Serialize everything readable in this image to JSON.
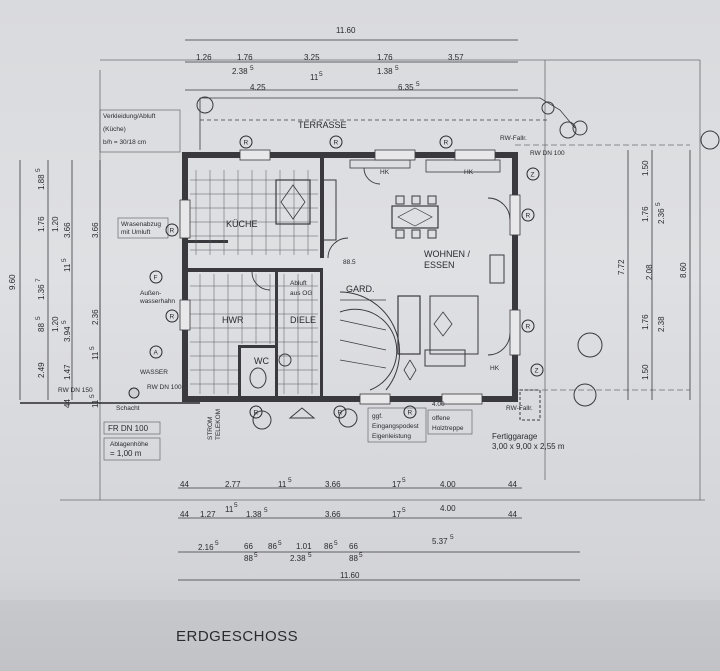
{
  "title": "ERDGESCHOSS",
  "rooms": {
    "terrasse": "TERRASSE",
    "kueche": "KÜCHE",
    "wohnen_line1": "WOHNEN /",
    "wohnen_line2": "ESSEN",
    "hwr": "HWR",
    "diele": "DIELE",
    "wc": "WC",
    "gard": "GARD."
  },
  "annotations": {
    "verkleidung_1": "Verkleidung/Abluft",
    "verkleidung_2": "(Küche)",
    "verkleidung_3": "b/h = 30/18 cm",
    "wrasen_1": "Wrasenabzug",
    "wrasen_2": "mit Umluft",
    "abluft_1": "Abluft",
    "abluft_2": "aus OG",
    "aussen_1": "Außen-",
    "aussen_2": "wasserhahn",
    "wasser": "WASSER",
    "rw_dn150": "RW DN 150",
    "rw_dn100_bottom": "RW DN 100",
    "rw_dn100_top": "RW DN 100",
    "rw_fallrohr_top": "RW-Fallr.",
    "rw_fallrohr_bottom": "RW-Fallr.",
    "fertiggarage_1": "Fertiggarage",
    "fertiggarage_2": "3,00 x 9,00 x 2,55 m",
    "eingang_1": "ggf.",
    "eingang_2": "Eingangspodest",
    "eingang_3": "Eigenleistung",
    "treppe_1": "offene",
    "treppe_2": "Holztreppe",
    "treppe_dim": "4.00",
    "fr_dn": "FR DN 100",
    "ablage_1": "Ablagenhöhe",
    "ablage_2": "= 1,00 m",
    "strom": "STROM",
    "telekom": "TELEKOM",
    "schacht": "Schacht",
    "hk_1": "HK",
    "hk_2": "HK",
    "hk_3": "HK",
    "radiator_val": "88.5"
  },
  "markers": {
    "r": "R",
    "z": "Z",
    "f": "F",
    "a": "A"
  },
  "dims_top": {
    "total": "11.60",
    "r1_a": "1.26",
    "r1_b": "1.76",
    "r1_c": "3.25",
    "r1_d": "1.76",
    "r1_e": "3.57",
    "r2_a": "2.38",
    "r2_a_sup": "5",
    "r2_b": "11",
    "r2_b_sup": "5",
    "r2_c": "1.38",
    "r2_c_sup": "5",
    "r3_a": "4.25",
    "r3_b": "6.35",
    "r3_b_sup": "5"
  },
  "dims_left": {
    "total": "9.60",
    "a": "1.88",
    "a_sup": "5",
    "b": "1.76",
    "c": "1.20",
    "d": "3.66",
    "e": "3.66",
    "f": "11",
    "f_sup": "5",
    "g": "1.36",
    "g_sup": "7",
    "h": "1.20",
    "i": "88",
    "i_sup": "5",
    "j": "3.94",
    "j_sup": "5",
    "k": "2.36",
    "l": "2.49",
    "m": "1.47",
    "n": "11",
    "n_sup": "5",
    "o": "44",
    "p": "11",
    "p_sup": "5"
  },
  "dims_right": {
    "a": "1.50",
    "b": "1.76",
    "c": "2.36",
    "c_sup": "5",
    "d": "7.72",
    "e": "2.08",
    "f": "8.60",
    "g": "1.76",
    "h": "2.38",
    "i": "1.50"
  },
  "dims_bottom": {
    "total": "11.60",
    "r1_44a": "44",
    "r1_a": "2.77",
    "r1_b": "11",
    "r1_b_sup": "5",
    "r1_c": "3.66",
    "r1_d": "17",
    "r1_d_sup": "5",
    "r1_e": "4.00",
    "r1_44b": "44",
    "r2_44a": "44",
    "r2_a": "1.27",
    "r2_b": "11",
    "r2_b_sup": "5",
    "r2_c": "1.38",
    "r2_c_sup": "5",
    "r2_d": "3.66",
    "r2_e": "17",
    "r2_e_sup": "5",
    "r2_f": "4.00",
    "r2_44b": "44",
    "r3_a": "2.16",
    "r3_a_sup": "5",
    "r3_b": "66",
    "r3_b2": "88",
    "r3_b2_sup": "5",
    "r3_c": "86",
    "r3_c_sup": "5",
    "r3_d": "1.01",
    "r3_e": "86",
    "r3_e_sup": "5",
    "r3_f": "2.38",
    "r3_f_sup": "5",
    "r3_g": "66",
    "r3_g2": "88",
    "r3_g2_sup": "5",
    "r3_h": "5.37",
    "r3_h_sup": "5"
  }
}
